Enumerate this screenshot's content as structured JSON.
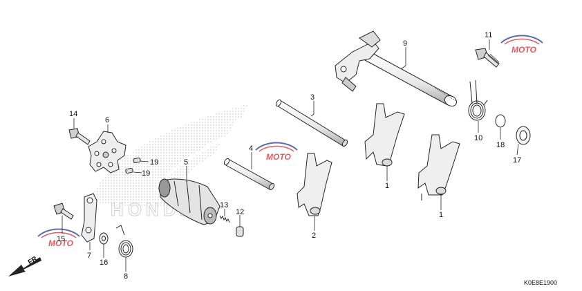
{
  "diagram": {
    "code": "K0E8E1900",
    "front_label": "FR.",
    "callouts": {
      "p1a": "1",
      "p1b": "1",
      "p2": "2",
      "p3": "3",
      "p4": "4",
      "p5": "5",
      "p6": "6",
      "p7": "7",
      "p8": "8",
      "p9": "9",
      "p10": "10",
      "p11": "11",
      "p12": "12",
      "p13": "13",
      "p14": "14",
      "p15": "15",
      "p16": "16",
      "p17": "17",
      "p18": "18",
      "p19a": "19",
      "p19b": "19"
    },
    "watermark": "MOTO"
  },
  "colors": {
    "ink": "#222222",
    "part_fill": "#ffffff",
    "part_shade": "#cfcfcf",
    "dark": "#555555",
    "wm_red": "#d22630",
    "wm_blue": "#2b3d8f",
    "dots": "#bdbdbd"
  }
}
